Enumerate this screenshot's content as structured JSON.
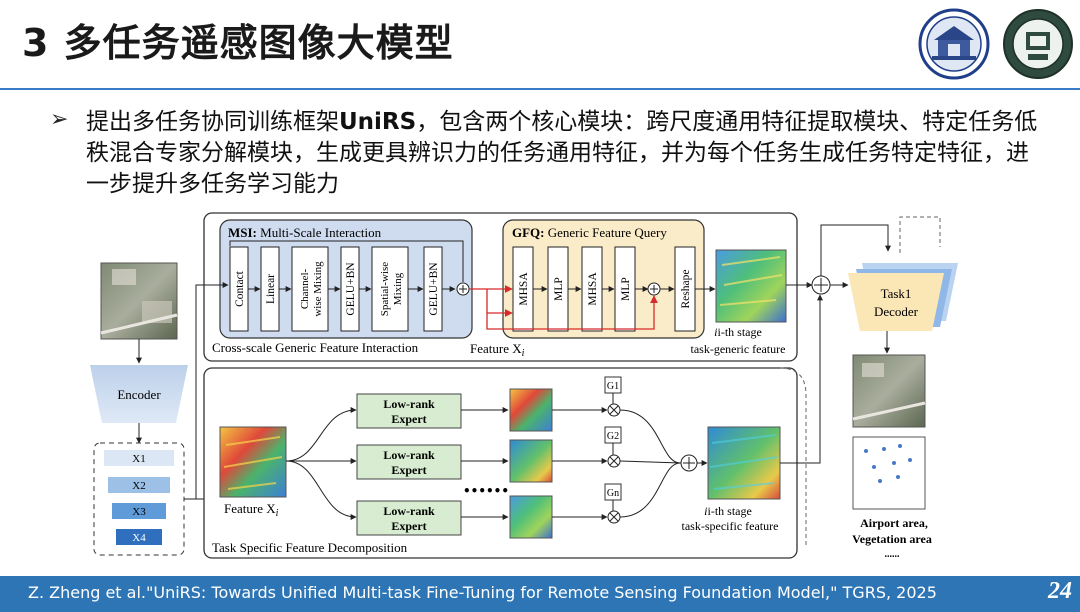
{
  "slide": {
    "title": "3 多任务遥感图像大模型",
    "bullet_text": "提出多任务协同训练框架",
    "bullet_bold": "UniRS",
    "bullet_rest": "，包含两个核心模块：跨尺度通用特征提取模块、特定任务低秩混合专家分解模块，生成更具辨识力的任务通用特征，并为每个任务生成任务特定特征，进一步提升多任务学习能力",
    "footer": "Z. Zheng et al.\"UniRS: Towards Unified Multi-task Fine-Tuning for Remote Sensing Foundation Model,\" TGRS, 2025",
    "page_number": "24"
  },
  "diagram": {
    "msi_bold": "MSI:",
    "msi_rest": " Multi-Scale Interaction",
    "msi_blocks": [
      "Contact",
      "Linear",
      "Channel-wise Mixing",
      "GELU+BN",
      "Spatial-wise Mixing",
      "GELU+BN"
    ],
    "cross_scale_label": "Cross-scale Generic Feature Interaction",
    "gfq_bold": "GFQ:",
    "gfq_rest": " Generic Feature Query",
    "gfq_blocks": [
      "MHSA",
      "MLP",
      "MHSA",
      "MLP",
      "Reshape"
    ],
    "feature_xi_top": "Feature X",
    "stage_generic_1": "i-th stage",
    "stage_generic_2": "task-generic feature",
    "encoder": "Encoder",
    "x_items": [
      "X1",
      "X2",
      "X3",
      "X4"
    ],
    "experts": [
      "Low-rank Expert",
      "Low-rank Expert",
      "Low-rank Expert"
    ],
    "gates": [
      "G1",
      "G2",
      "Gn"
    ],
    "dots": "••••••",
    "feature_xi_bottom": "Feature X",
    "stage_specific_1": "i-th stage",
    "stage_specific_2": "task-specific feature",
    "task_specific_label": "Task Specific Feature Decomposition",
    "decoder_1": "Task1",
    "decoder_2": "Decoder",
    "output_1": "Airport area,",
    "output_2": "Vegetation area",
    "output_3": "......"
  }
}
